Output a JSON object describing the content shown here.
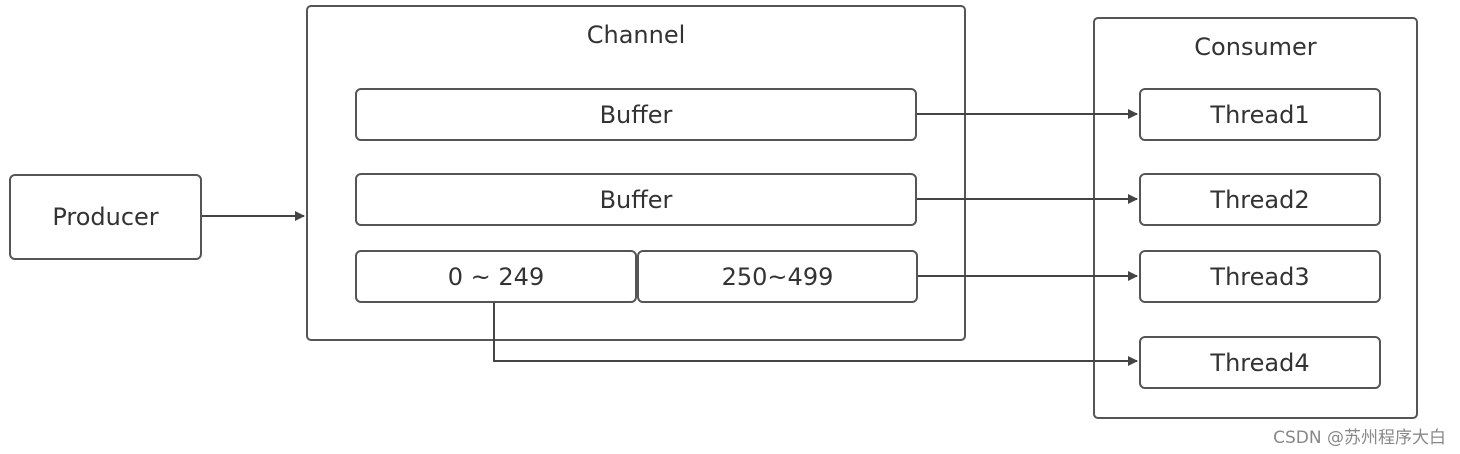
{
  "producer": {
    "label": "Producer"
  },
  "channel": {
    "title": "Channel",
    "buffer1": "Buffer",
    "buffer2": "Buffer",
    "range_low": "0 ~ 249",
    "range_high": "250~499"
  },
  "consumer": {
    "title": "Consumer",
    "threads": [
      "Thread1",
      "Thread2",
      "Thread3",
      "Thread4"
    ]
  },
  "watermark": "CSDN @苏州程序大白",
  "colors": {
    "stroke": "#555555",
    "text": "#333333"
  }
}
